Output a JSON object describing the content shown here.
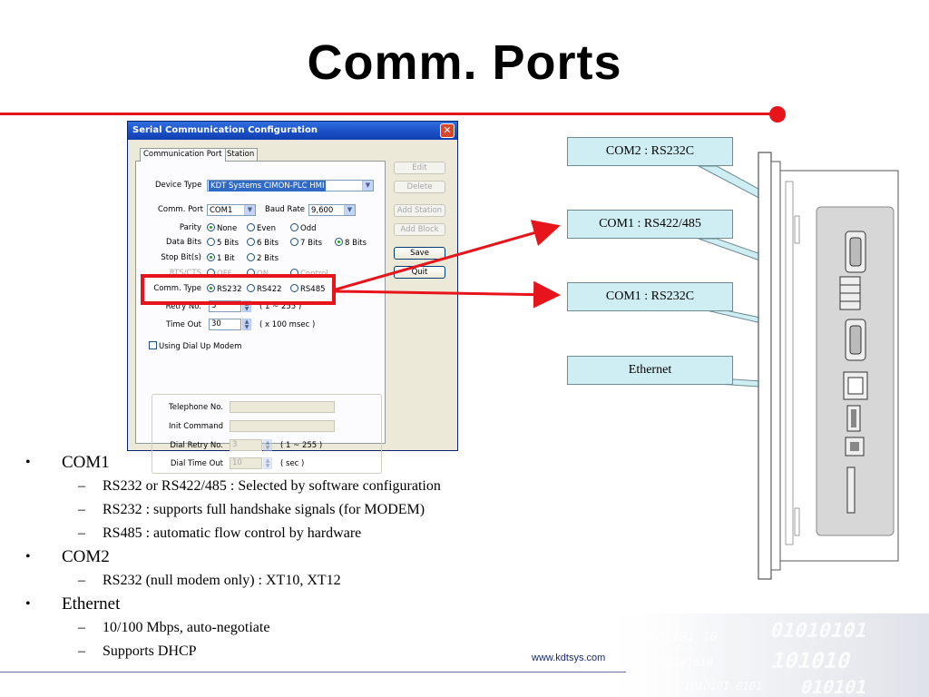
{
  "slide": {
    "title": "Comm. Ports",
    "footer_url": "www.kdtsys.com",
    "accent_color": "#e8141b"
  },
  "dialog": {
    "title": "Serial Communication Configuration",
    "close_icon": "close-icon",
    "tabs": [
      {
        "label": "Communication Port",
        "active": true
      },
      {
        "label": "Station",
        "active": false
      }
    ],
    "device_type": {
      "label": "Device Type",
      "value": "KDT Systems CIMON-PLC HMI"
    },
    "comm_port": {
      "label": "Comm. Port",
      "value": "COM1"
    },
    "baud_rate": {
      "label": "Baud Rate",
      "value": "9,600"
    },
    "parity": {
      "label": "Parity",
      "options": [
        "None",
        "Even",
        "Odd"
      ],
      "selected": "None"
    },
    "data_bits": {
      "label": "Data Bits",
      "options": [
        "5 Bits",
        "6 Bits",
        "7 Bits",
        "8 Bits"
      ],
      "selected": "8 Bits"
    },
    "stop_bits": {
      "label": "Stop Bit(s)",
      "options": [
        "1 Bit",
        "2 Bits"
      ],
      "selected": "1 Bit"
    },
    "rts_cts": {
      "label": "RTS/CTS",
      "options": [
        "OFF",
        "ON",
        "Control"
      ]
    },
    "comm_type": {
      "label": "Comm. Type",
      "options": [
        "RS232",
        "RS422",
        "RS485"
      ],
      "selected": "RS232"
    },
    "retry_no": {
      "label": "Retry No.",
      "value": "3",
      "range": "( 1 ~ 255 )"
    },
    "time_out": {
      "label": "Time Out",
      "value": "30",
      "unit": "( x 100 msec )"
    },
    "dial_up": {
      "checkbox_label": "Using Dial Up Modem",
      "telephone_label": "Telephone No.",
      "init_label": "Init Command",
      "dial_retry_label": "Dial Retry No.",
      "dial_retry_value": "3",
      "dial_retry_range": "( 1 ~ 255 )",
      "dial_timeout_label": "Dial Time Out",
      "dial_timeout_value": "10",
      "dial_timeout_unit": "( sec )"
    },
    "buttons": {
      "edit": "Edit",
      "delete": "Delete",
      "add_station": "Add Station",
      "add_block": "Add Block",
      "save": "Save",
      "quit": "Quit"
    }
  },
  "callouts": [
    "COM2 : RS232C",
    "COM1 : RS422/485",
    "COM1 : RS232C",
    "Ethernet"
  ],
  "bullets": [
    {
      "text": "COM1",
      "subs": [
        "RS232 or RS422/485 : Selected by software configuration",
        "RS232 : supports full handshake signals (for MODEM)",
        "RS485 : automatic flow control by hardware"
      ]
    },
    {
      "text": "COM2",
      "subs": [
        "RS232 (null modem only) : XT10, XT12"
      ]
    },
    {
      "text": "Ethernet",
      "subs": [
        "10/100 Mbps, auto-negotiate",
        "Supports DHCP"
      ]
    }
  ]
}
